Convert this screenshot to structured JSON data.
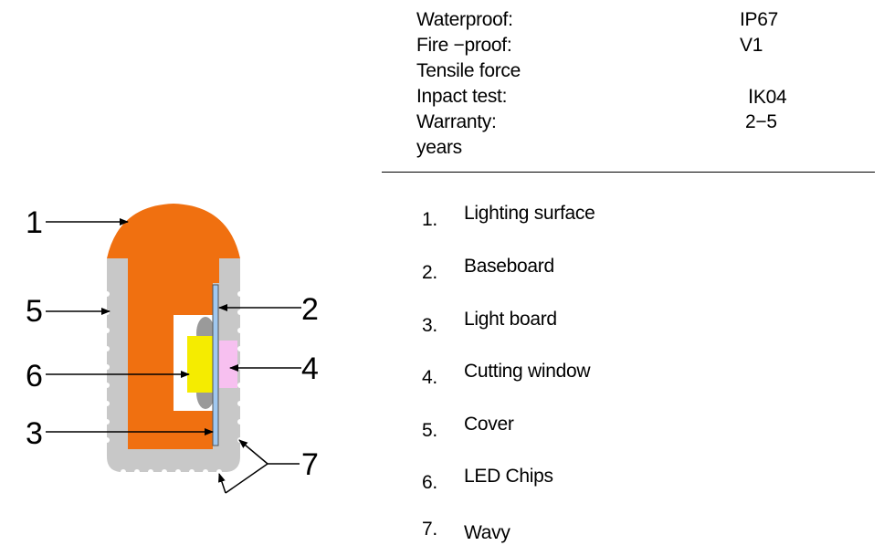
{
  "specs": [
    {
      "label": "Waterproof:",
      "value": "IP67"
    },
    {
      "label": "Fire −proof:",
      "value": "V1"
    },
    {
      "label": "Tensile force",
      "value": ""
    },
    {
      "label": "Inpact test:",
      "value": "ⅠK04"
    },
    {
      "label": "Warranty:",
      "value": "2−5"
    },
    {
      "label": "years",
      "value": ""
    }
  ],
  "legend": [
    {
      "number": "1.",
      "label": "Lighting surface"
    },
    {
      "number": "2.",
      "label": "Baseboard"
    },
    {
      "number": "3.",
      "label": "Light board"
    },
    {
      "number": "4.",
      "label": "Cutting window"
    },
    {
      "number": "5.",
      "label": "Cover"
    },
    {
      "number": "6.",
      "label": "LED Chips"
    },
    {
      "number": "7.",
      "label": "Wavy"
    }
  ],
  "diagram": {
    "callouts": [
      "1",
      "5",
      "6",
      "3",
      "2",
      "4",
      "7"
    ],
    "colors": {
      "lighting_surface": "#f07010",
      "cover": "#c8c8c8",
      "led_chip": "#f5ec00",
      "cutting_window": "#f7c0f0",
      "light_board": "#a0c8f0"
    }
  }
}
